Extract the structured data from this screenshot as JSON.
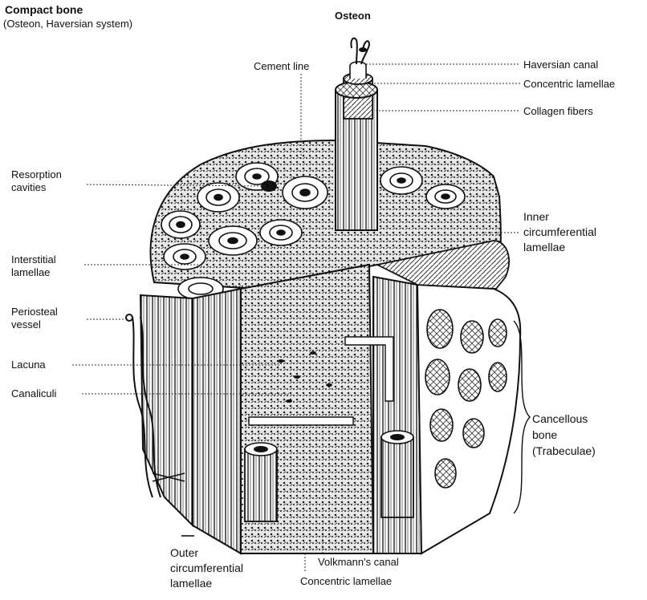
{
  "title": "Compact bone",
  "subtitle": "(Osteon, Haversian system)",
  "labels": {
    "osteon": "Osteon",
    "haversian_canal": "Haversian canal",
    "concentric_lamellae_top": "Concentric lamellae",
    "collagen_fibers": "Collagen fibers",
    "cement_line": "Cement line",
    "resorption_cavities_1": "Resorption",
    "resorption_cavities_2": "cavities",
    "inner_circ_1": "Inner",
    "inner_circ_2": "circumferential",
    "inner_circ_3": "lamellae",
    "interstitial_1": "Interstitial",
    "interstitial_2": "lamellae",
    "periosteal_1": "Periosteal",
    "periosteal_2": "vessel",
    "lacuna": "Lacuna",
    "canaliculi": "Canaliculi",
    "cancellous_1": "Cancellous",
    "cancellous_2": "bone",
    "cancellous_3": "(Trabeculae)",
    "outer_circ_1": "Outer",
    "outer_circ_2": "circumferential",
    "outer_circ_3": "lamellae",
    "volkmanns_canal": "Volkmann's canal",
    "concentric_lamellae_bottom": "Concentric lamellae"
  }
}
